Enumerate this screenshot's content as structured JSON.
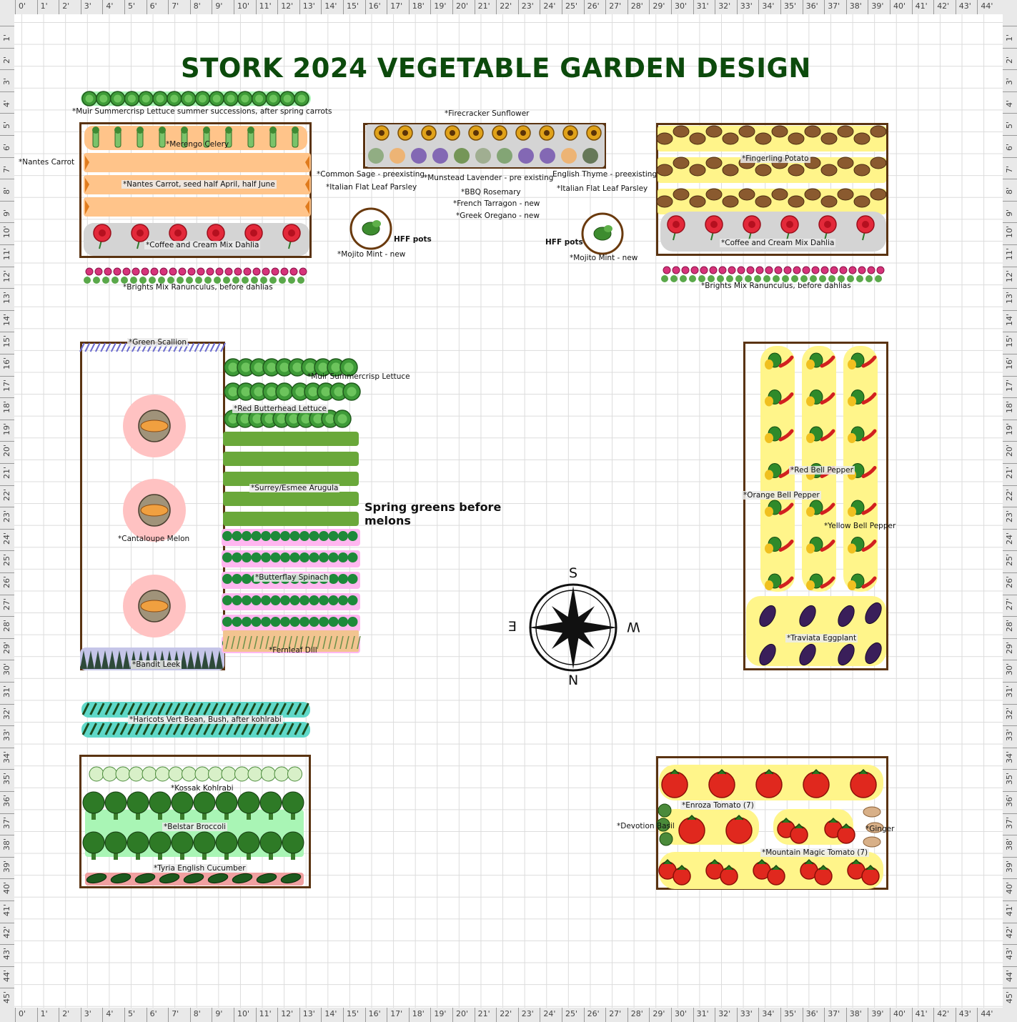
{
  "title": "STORK 2024 VEGETABLE GARDEN DESIGN",
  "ruler_labels": [
    "0'",
    "1'",
    "2'",
    "3'",
    "4'",
    "5'",
    "6'",
    "7'",
    "8'",
    "9'",
    "10'",
    "11'",
    "12'",
    "13'",
    "14'",
    "15'",
    "16'",
    "17'",
    "18'",
    "19'",
    "20'",
    "21'",
    "22'",
    "23'",
    "24'",
    "25'",
    "26'",
    "27'",
    "28'",
    "29'",
    "30'",
    "31'",
    "32'",
    "33'",
    "34'",
    "35'",
    "36'",
    "37'",
    "38'",
    "39'",
    "40'",
    "41'",
    "42'",
    "43'",
    "44'"
  ],
  "ruler_v_labels": [
    "1'",
    "2'",
    "3'",
    "4'",
    "5'",
    "6'",
    "7'",
    "8'",
    "9'",
    "10'",
    "11'",
    "12'",
    "13'",
    "14'",
    "15'",
    "16'",
    "17'",
    "18'",
    "19'",
    "20'",
    "21'",
    "22'",
    "23'",
    "24'",
    "25'",
    "26'",
    "27'",
    "28'",
    "29'",
    "30'",
    "31'",
    "32'",
    "33'",
    "34'",
    "35'",
    "36'",
    "37'",
    "38'",
    "39'",
    "40'",
    "41'",
    "42'",
    "43'",
    "44'",
    "45'"
  ],
  "labels": {
    "muir_top": "*Muir Summercrisp Lettuce summer successions, after spring carrots",
    "merengo": "*Merengo Celery",
    "nantes_side": "*Nantes Carrot",
    "nantes": "*Nantes Carrot, seed half April, half June",
    "dahlia_left": "*Coffee and Cream Mix Dahlia",
    "ranunculus_left": "*Brights Mix Ranunculus, before dahlias",
    "sunflower": "*Firecracker Sunflower",
    "sage": "*Common Sage - preexisting",
    "parsley_left": "*Italian Flat Leaf Parsley",
    "lavender": "*Munstead Lavender - pre existing",
    "thyme": "English Thyme - preexisting",
    "parsley_right": "*Italian Flat Leaf Parsley",
    "rosemary": "*BBQ Rosemary",
    "tarragon": "*French Tarragon - new",
    "oregano": "*Greek Oregano - new",
    "hff_left": "HFF pots",
    "mint_left": "*Mojito Mint - new",
    "hff_right": "HFF pots",
    "mint_right": "*Mojito Mint - new",
    "potato": "*Fingerling Potato",
    "dahlia_right": "*Coffee and Cream Mix Dahlia",
    "ranunculus_right": "*Brights Mix Ranunculus, before dahlias",
    "scallion": "*Green Scallion",
    "cantaloupe": "*Cantaloupe Melon",
    "leek": "*Bandit Leek",
    "muir_mid": "*Muir Summercrisp Lettuce",
    "butterhead": "*Red Butterhead Lettuce",
    "arugula": "*Surrey/Esmee Arugula",
    "spinach": "*Butterflay Spinach",
    "dill": "*Fernleaf Dill",
    "spring_note": "Spring greens before melons",
    "red_pepper": "*Red Bell Pepper",
    "orange_pepper": "*Orange Bell Pepper",
    "yellow_pepper": "*Yellow Bell Pepper",
    "eggplant": "*Traviata Eggplant",
    "haricots": "*Haricots Vert Bean, Bush, after kohlrabi",
    "kohlrabi": "*Kossak Kohlrabi",
    "broccoli": "*Belstar Broccoli",
    "cucumber": "*Tyria English Cucumber",
    "enroza": "*Enroza Tomato (7)",
    "basil": "*Devotion Basil",
    "ginger": "*Ginger",
    "mountain": "*Mountain Magic Tomato (7)"
  },
  "compass": {
    "n": "N",
    "s": "S",
    "e": "E",
    "w": "W"
  },
  "colors": {
    "bed_border": "#5a3311",
    "carrot_band": "#ffc48a",
    "potato_band": "#fff48a",
    "gray_band": "#d4d4d4",
    "pepper_band": "#fff58a",
    "melon_circle": "#ffc2c2",
    "spinach_band": "#ffb7f0",
    "broccoli_band": "#a9f5b5",
    "title_green": "#0c4a0c"
  },
  "icons": [
    "lettuce-icon",
    "celery-icon",
    "carrot-icon",
    "dahlia-icon",
    "ranunculus-icon",
    "sunflower-icon",
    "herb-icon",
    "mint-icon",
    "potato-icon",
    "scallion-icon",
    "melon-icon",
    "leek-icon",
    "arugula-icon",
    "spinach-icon",
    "dill-icon",
    "pepper-icon",
    "eggplant-icon",
    "bean-icon",
    "kohlrabi-icon",
    "broccoli-icon",
    "cucumber-icon",
    "tomato-icon",
    "basil-icon",
    "ginger-icon",
    "compass-rose-icon"
  ]
}
